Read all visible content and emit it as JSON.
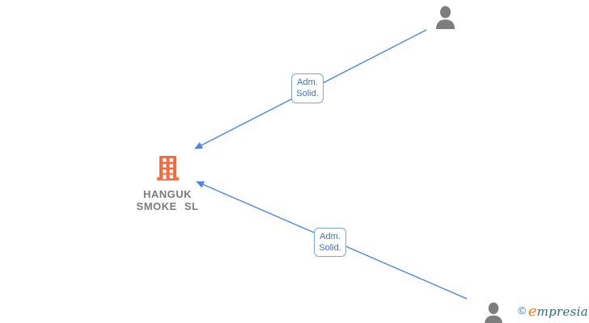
{
  "diagram": {
    "company": {
      "name_line1": "HANGUK",
      "name_line2": "SMOKE SL",
      "icon": "building-icon"
    },
    "relationships": [
      {
        "label_line1": "Adm.",
        "label_line2": "Solid.",
        "arrow_points_to": "company"
      },
      {
        "label_line1": "Adm.",
        "label_line2": "Solid.",
        "arrow_points_to": "company"
      }
    ],
    "person_nodes": [
      {
        "icon": "person-icon",
        "position": "top-right"
      },
      {
        "icon": "person-icon",
        "position": "bottom-right"
      }
    ]
  },
  "watermark": {
    "copyright_symbol": "©",
    "brand_initial": "e",
    "brand_rest": "mpresia"
  },
  "colors": {
    "edge_blue": "#4a86e8",
    "label_border_blue": "#7aa7e3",
    "label_text_blue": "#3b6fd6",
    "building_orange": "#fb6a3f",
    "person_gray": "#7d7d7d",
    "company_name_gray": "#7b7b7b",
    "logo_orange": "#ef7f1f",
    "logo_teal": "#2c6b85",
    "logo_copyright_blue": "#2e75b6",
    "background": "#ffffff"
  }
}
